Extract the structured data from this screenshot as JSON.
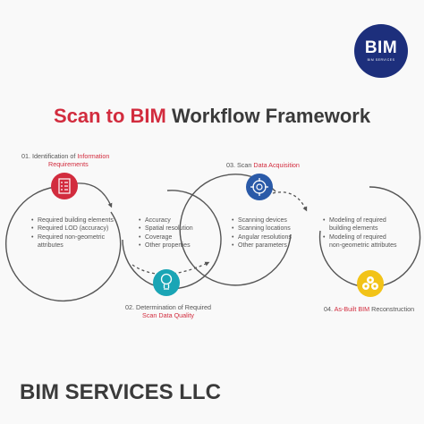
{
  "brand": {
    "logo_mark": "BIM",
    "logo_subtitle": "BIM SERVICES",
    "footer": "BIM SERVICES LLC"
  },
  "title": {
    "part1": "Scan to BIM",
    "part2": "Workflow Framework"
  },
  "stages": [
    {
      "number": "01.",
      "label_prefix": "Identification of",
      "label_highlight_1": "Information",
      "label_highlight_2": "Requirements",
      "icon": "document-list-icon",
      "bullets": [
        "Required building elements",
        "Required LOD (accuracy)",
        "Required non-geometric",
        "attributes"
      ]
    },
    {
      "number": "02.",
      "label_prefix": "Determination of Required",
      "label_highlight": "Scan Data Quality",
      "icon": "lightbulb-icon",
      "bullets": [
        "Accuracy",
        "Spatial resolution",
        "Coverage",
        "Other properties"
      ]
    },
    {
      "number": "03.",
      "label_prefix": "Scan",
      "label_highlight": "Data Acquisition",
      "icon": "crosshair-target-icon",
      "bullets": [
        "Scanning devices",
        "Scanning locations",
        "Angular resolutions",
        "Other parameters"
      ]
    },
    {
      "number": "04.",
      "label_highlight": "As-Built BIM",
      "label_suffix": "Reconstruction",
      "icon": "building-blocks-icon",
      "bullets": [
        "Modeling of required",
        "building elements",
        "Modeling of required",
        "non-geometric attributes"
      ]
    }
  ],
  "colors": {
    "accent_red": "#d22c3e",
    "logo_navy": "#1d2f7c",
    "stage1_icon": "#d22c3e",
    "stage2_icon": "#1aa5b5",
    "stage3_icon": "#2a5aa8",
    "stage4_icon": "#f2c318",
    "arrow_grey": "#555555"
  }
}
